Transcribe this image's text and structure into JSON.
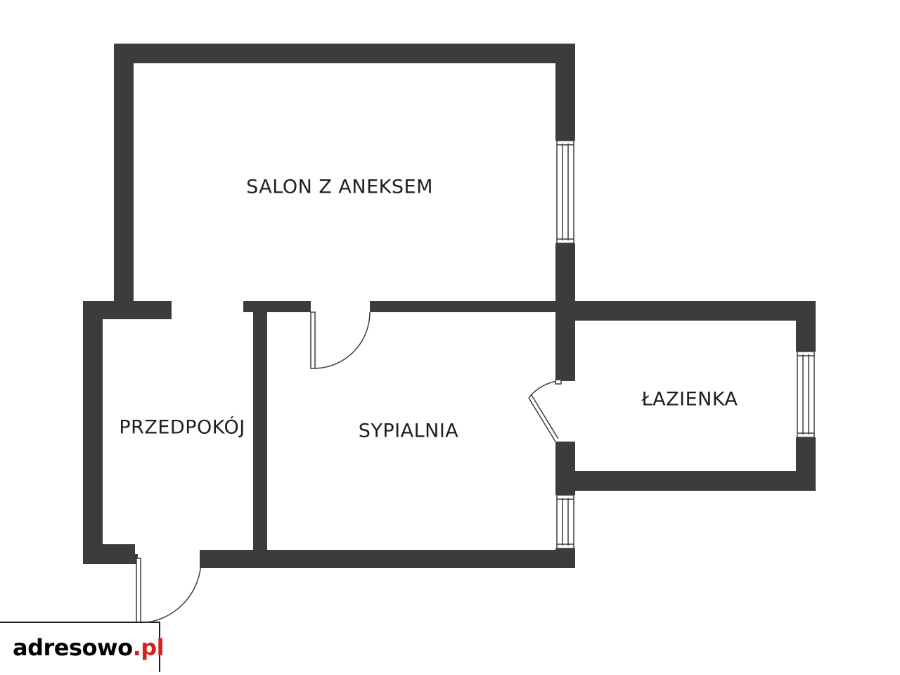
{
  "floor_plan": {
    "rooms": [
      {
        "id": "salon",
        "label": "SALON Z ANEKSEM"
      },
      {
        "id": "sypialnia",
        "label": "SYPIALNIA"
      },
      {
        "id": "lazienka",
        "label": "ŁAZIENKA"
      },
      {
        "id": "przedpokoj",
        "label": "PRZEDPOKÓJ"
      }
    ],
    "colors": {
      "wall": "#3c3c3c",
      "background": "#ffffff",
      "label": "#1e1e1e",
      "brand_accent": "#d32020"
    }
  },
  "watermark": {
    "name": "adresowo",
    "dot": ".",
    "tld": "pl"
  }
}
